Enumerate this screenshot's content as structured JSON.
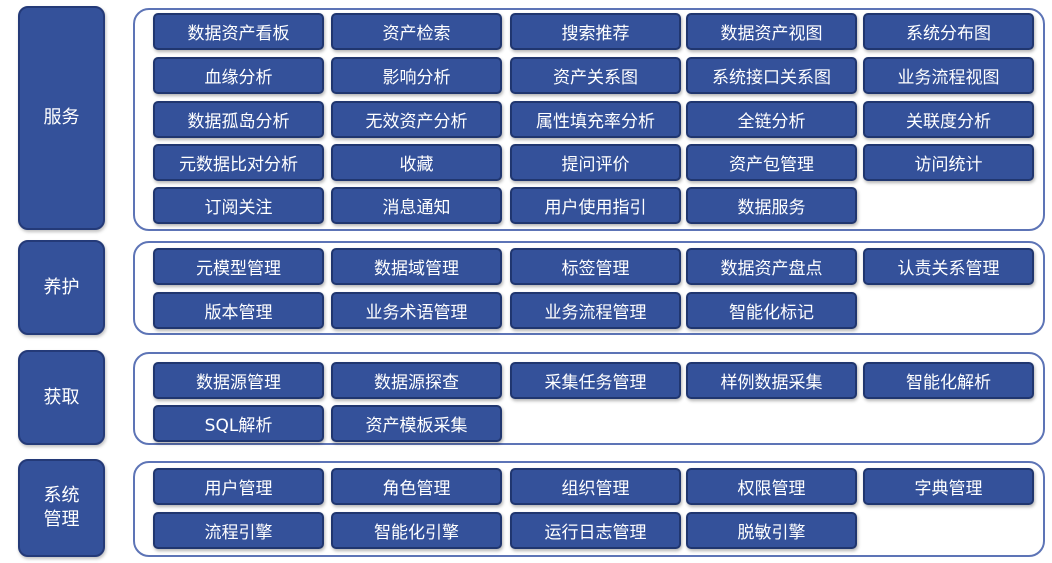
{
  "sections": [
    {
      "label": "服务",
      "rows": [
        [
          "数据资产看板",
          "资产检索",
          "搜索推荐",
          "数据资产视图",
          "系统分布图"
        ],
        [
          "血缘分析",
          "影响分析",
          "资产关系图",
          "系统接口关系图",
          "业务流程视图"
        ],
        [
          "数据孤岛分析",
          "无效资产分析",
          "属性填充率分析",
          "全链分析",
          "关联度分析"
        ],
        [
          "元数据比对分析",
          "收藏",
          "提问评价",
          "资产包管理",
          "访问统计"
        ],
        [
          "订阅关注",
          "消息通知",
          "用户使用指引",
          "数据服务"
        ]
      ]
    },
    {
      "label": "养护",
      "rows": [
        [
          "元模型管理",
          "数据域管理",
          "标签管理",
          "数据资产盘点",
          "认责关系管理"
        ],
        [
          "版本管理",
          "业务术语管理",
          "业务流程管理",
          "智能化标记"
        ]
      ]
    },
    {
      "label": "获取",
      "rows": [
        [
          "数据源管理",
          "数据源探查",
          "采集任务管理",
          "样例数据采集",
          "智能化解析"
        ],
        [
          "SQL解析",
          "资产模板采集"
        ]
      ]
    },
    {
      "label": "系统\n管理",
      "rows": [
        [
          "用户管理",
          "角色管理",
          "组织管理",
          "权限管理",
          "字典管理"
        ],
        [
          "流程引擎",
          "智能化引擎",
          "运行日志管理",
          "脱敏引擎"
        ]
      ]
    }
  ],
  "colors": {
    "tile_fill": "#34519a",
    "tile_border": "#20366f",
    "panel_border": "#5d74b6",
    "text": "#ffffff"
  }
}
